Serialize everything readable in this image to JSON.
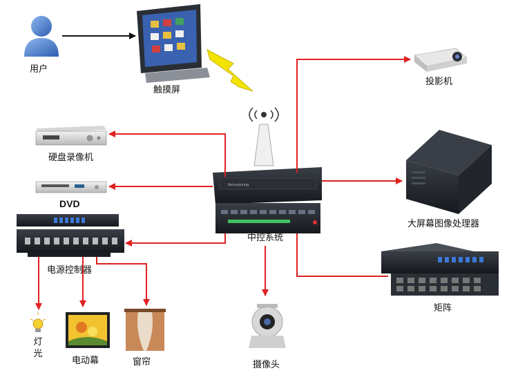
{
  "labels": {
    "user": "用户",
    "touchscreen": "触摸屏",
    "projector": "投影机",
    "dvr": "硬盘录像机",
    "dvd": "DVD",
    "processor": "大屏幕图像处理器",
    "central_control": "中控系统",
    "power_controller": "电源控制器",
    "matrix": "矩阵",
    "light": "灯光",
    "motor_screen": "电动幕",
    "curtain": "窗帘",
    "camera": "摄像头"
  },
  "colors": {
    "arrow": "#e02020",
    "connector": "#111111",
    "lightning": "#f2e400",
    "user_blue": "#4a7fd0",
    "device_dark": "#1e2228",
    "device_silver": "#d8d8d8"
  }
}
